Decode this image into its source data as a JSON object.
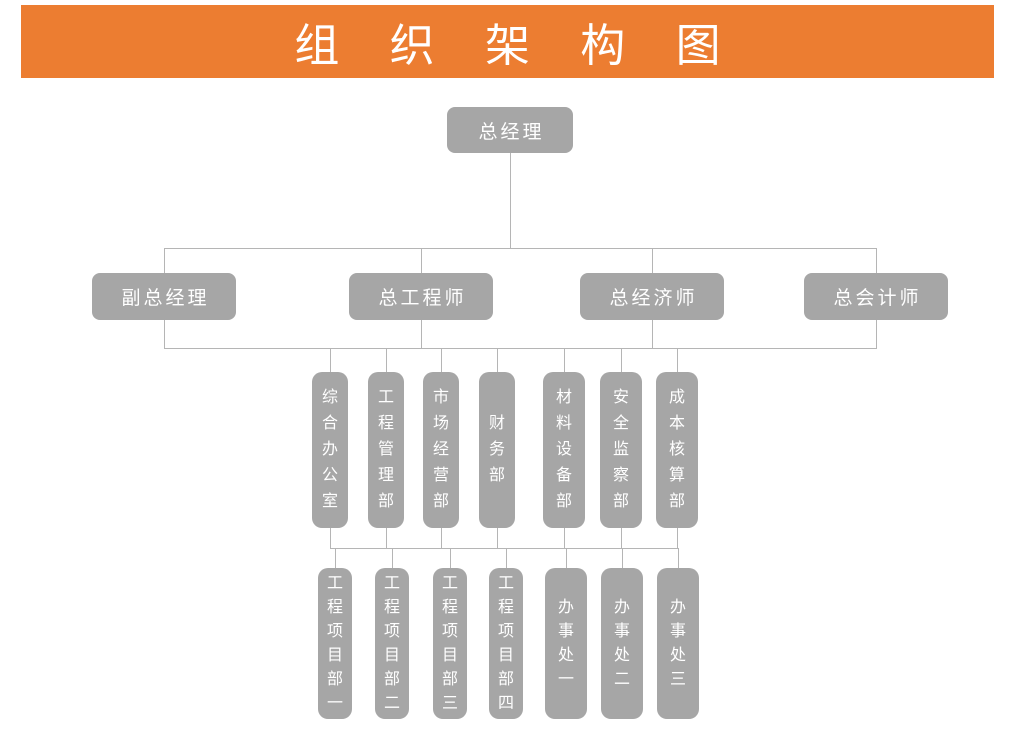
{
  "title": "组 织 架 构 图",
  "colors": {
    "banner_background": "#ec7d31",
    "node_background": "#a6a6a6",
    "connector_line": "#b5b5b5",
    "node_text": "#ffffff",
    "page_background": "#ffffff"
  },
  "org": {
    "level1": [
      {
        "label": "总经理"
      }
    ],
    "level2": [
      {
        "label": "副总经理"
      },
      {
        "label": "总工程师"
      },
      {
        "label": "总经济师"
      },
      {
        "label": "总会计师"
      }
    ],
    "level3": [
      {
        "label": "综合办公室"
      },
      {
        "label": "工程管理部"
      },
      {
        "label": "市场经营部"
      },
      {
        "label": "财务部"
      },
      {
        "label": "材料设备部"
      },
      {
        "label": "安全监察部"
      },
      {
        "label": "成本核算部"
      }
    ],
    "level4": [
      {
        "label": "工程项目部一"
      },
      {
        "label": "工程项目部二"
      },
      {
        "label": "工程项目部三"
      },
      {
        "label": "工程项目部四"
      },
      {
        "label": "办事处一"
      },
      {
        "label": "办事处二"
      },
      {
        "label": "办事处三"
      }
    ]
  }
}
